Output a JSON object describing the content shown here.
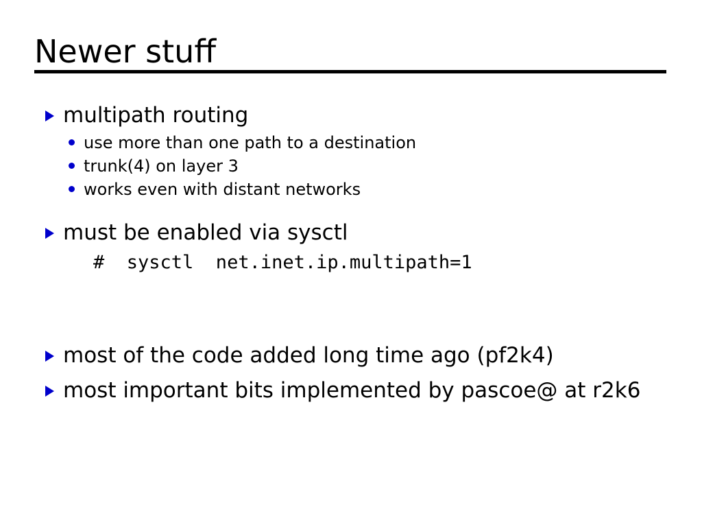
{
  "slide": {
    "title": "Newer stuff",
    "accent_color": "#0000CC",
    "text_color": "#000000",
    "background_color": "#FFFFFF",
    "blocks": [
      {
        "bullet": "multipath routing",
        "subbullets": [
          "use more than one path to a destination",
          "trunk(4) on layer 3",
          "works even with distant networks"
        ]
      },
      {
        "bullet": "must be enabled via sysctl",
        "code": "#  sysctl  net.inet.ip.multipath=1"
      },
      {
        "bullet": "most of the code added long time ago (pf2k4)"
      },
      {
        "bullet": "most important bits implemented by pascoe@ at r2k6"
      }
    ]
  }
}
